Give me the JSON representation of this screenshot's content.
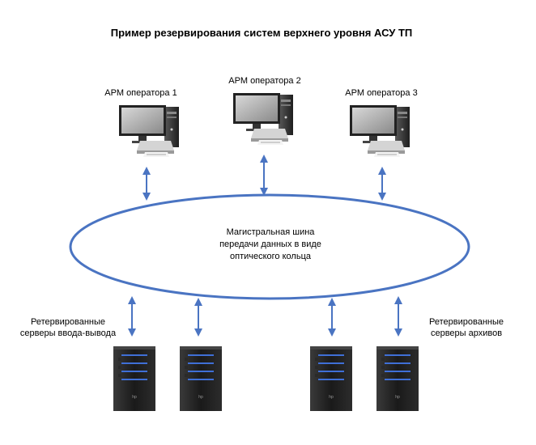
{
  "title": "Пример резервирования систем верхнего уровня АСУ ТП",
  "workstations": [
    {
      "label": "АРМ оператора 1"
    },
    {
      "label": "АРМ оператора 2"
    },
    {
      "label": "АРМ оператора 3"
    }
  ],
  "bus": {
    "label_lines": [
      "Магистральная шина",
      "передачи данных в виде",
      "оптического кольца"
    ]
  },
  "server_groups": [
    {
      "label_lines": [
        "Ретервированные",
        "серверы ввода-вывода"
      ]
    },
    {
      "label_lines": [
        "Ретервированные",
        "серверы архивов"
      ]
    }
  ],
  "colors": {
    "ring": "#4a74c2",
    "arrow": "#4a74c2",
    "text": "#000000",
    "server_body": "#1c1c1c",
    "server_led": "#3f6fd6"
  }
}
